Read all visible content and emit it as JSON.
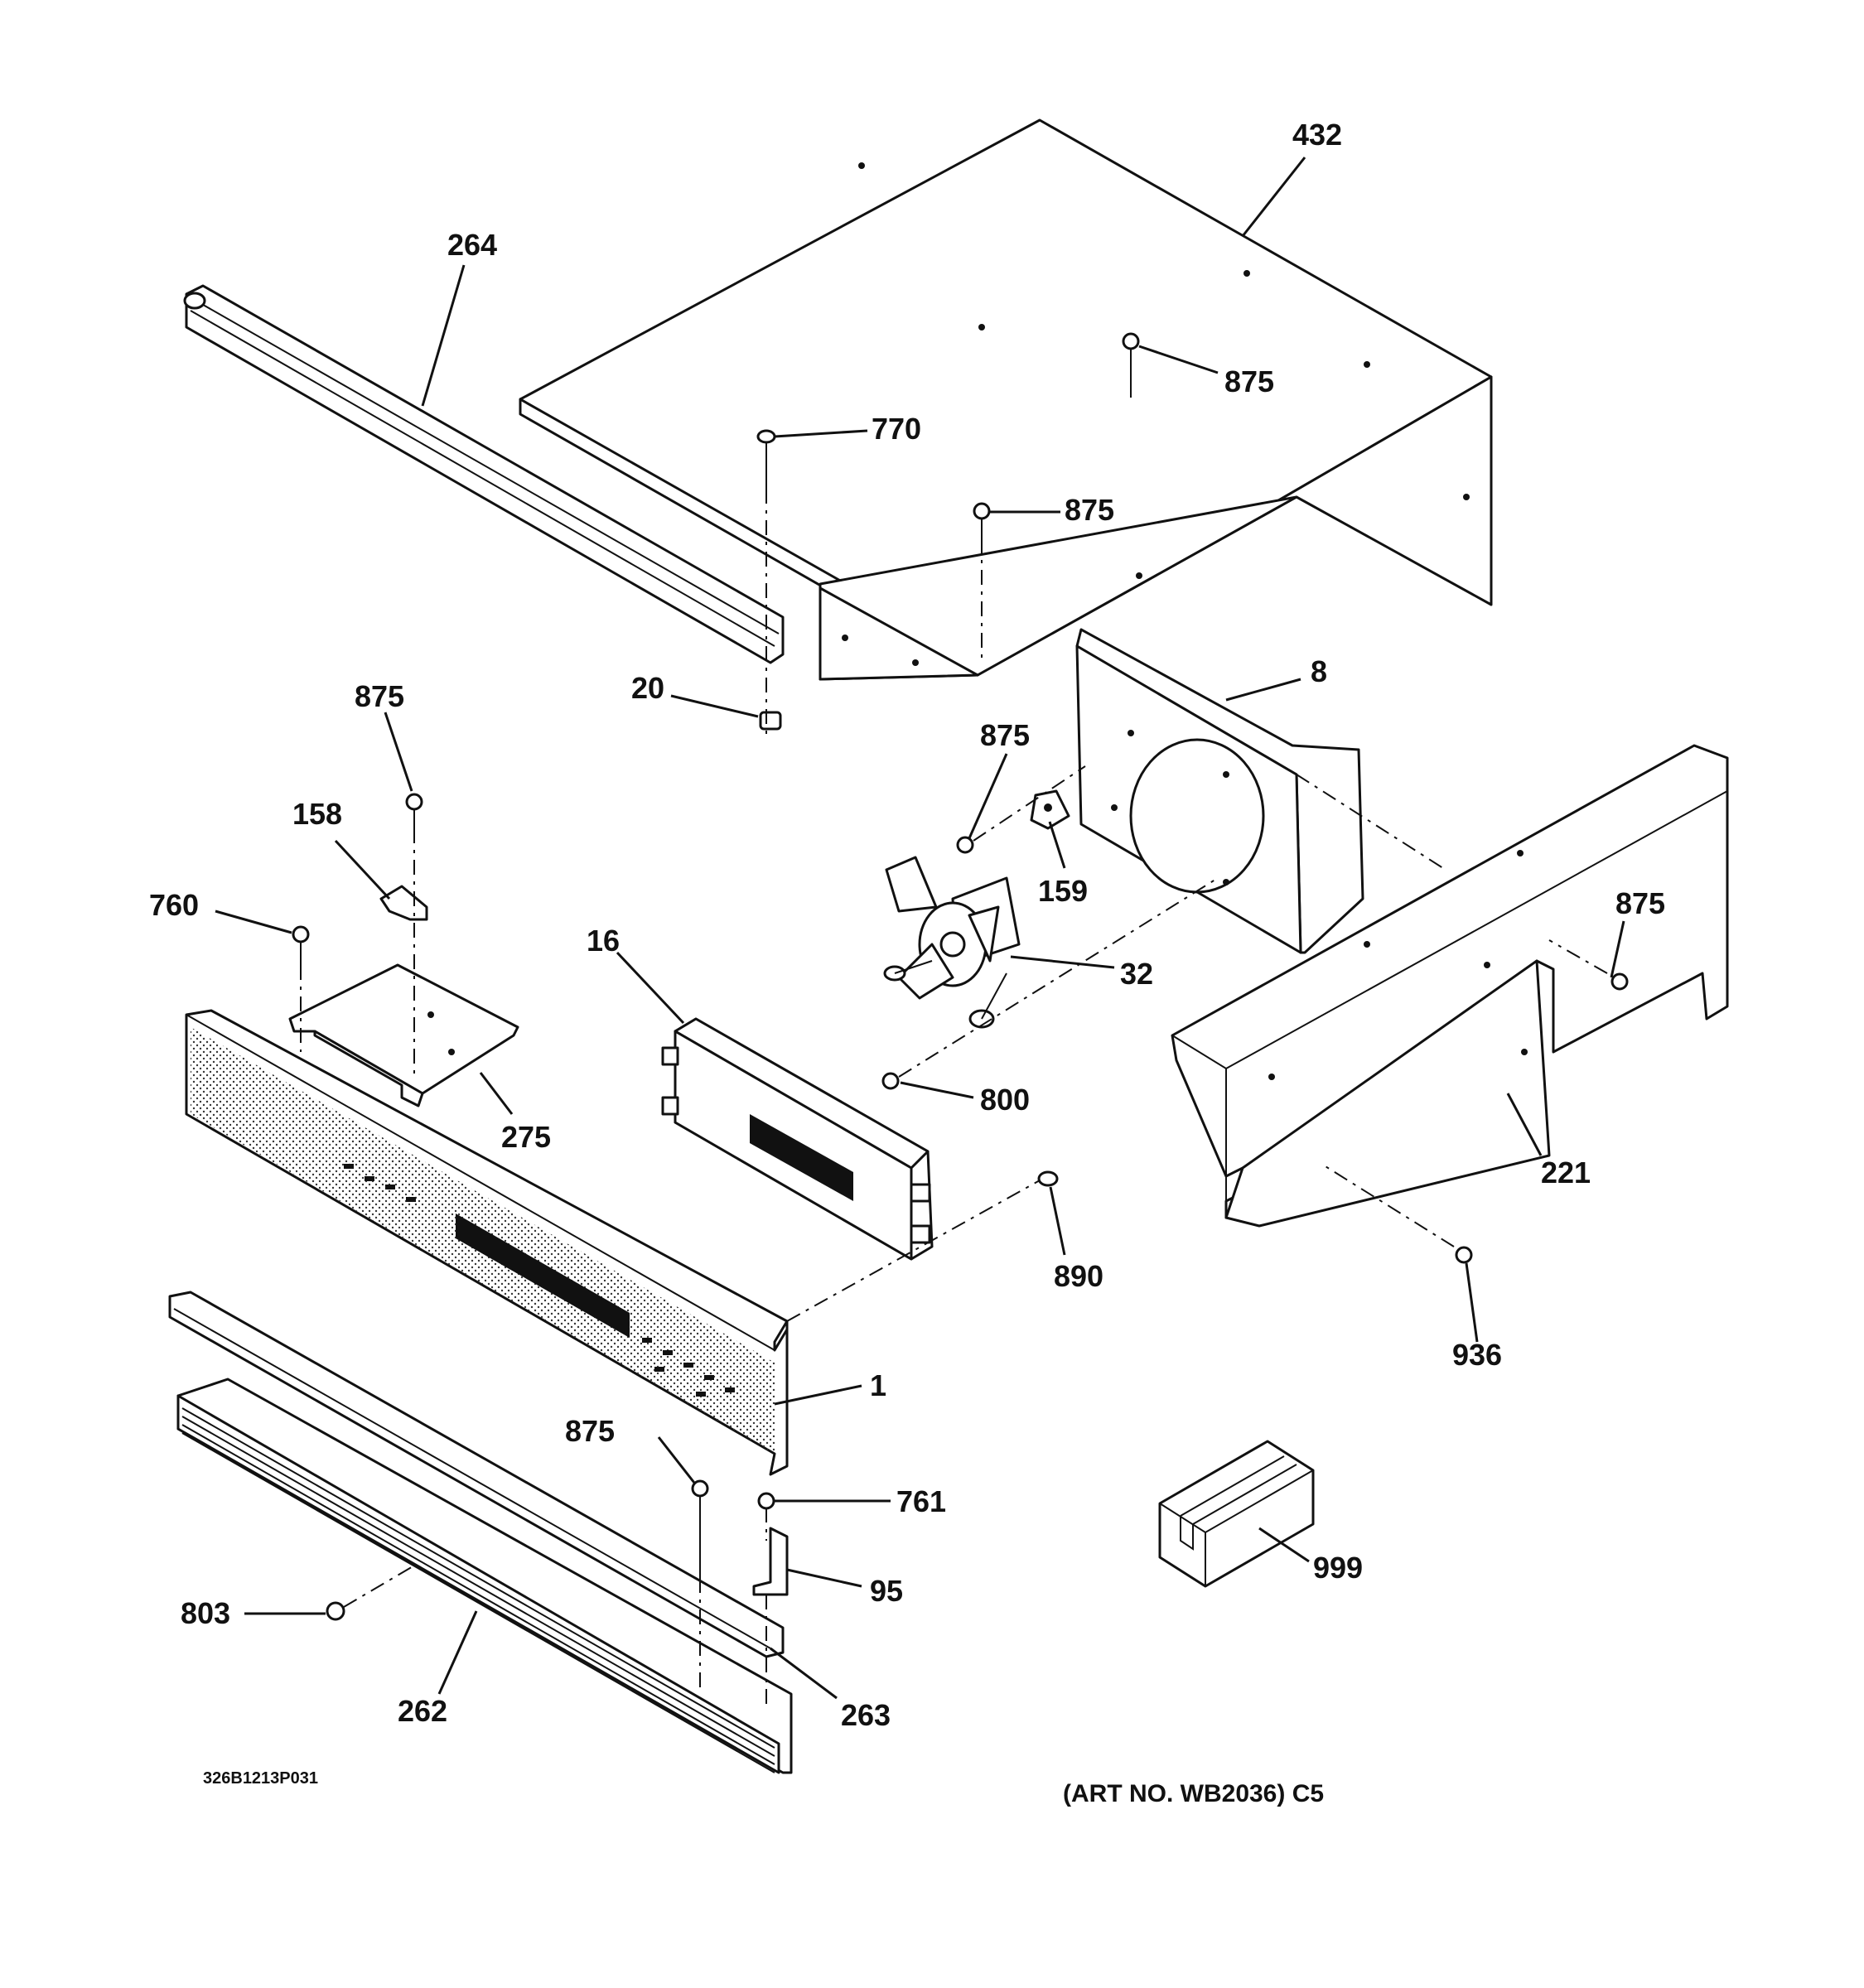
{
  "diagram": {
    "part_labels": {
      "p432": "432",
      "p264": "264",
      "p875a": "875",
      "p770": "770",
      "p875b": "875",
      "p8": "8",
      "p20": "20",
      "p875c": "875",
      "p875d": "875",
      "p158": "158",
      "p159": "159",
      "p760": "760",
      "p16": "16",
      "p32": "32",
      "p875e": "875",
      "p800": "800",
      "p275": "275",
      "p221": "221",
      "p890": "890",
      "p936": "936",
      "p1": "1",
      "p875f": "875",
      "p761": "761",
      "p999": "999",
      "p95": "95",
      "p803": "803",
      "p262": "262",
      "p263": "263"
    },
    "drawing_number": "326B1213P031",
    "art_number": "(ART NO. WB2036) C5"
  }
}
